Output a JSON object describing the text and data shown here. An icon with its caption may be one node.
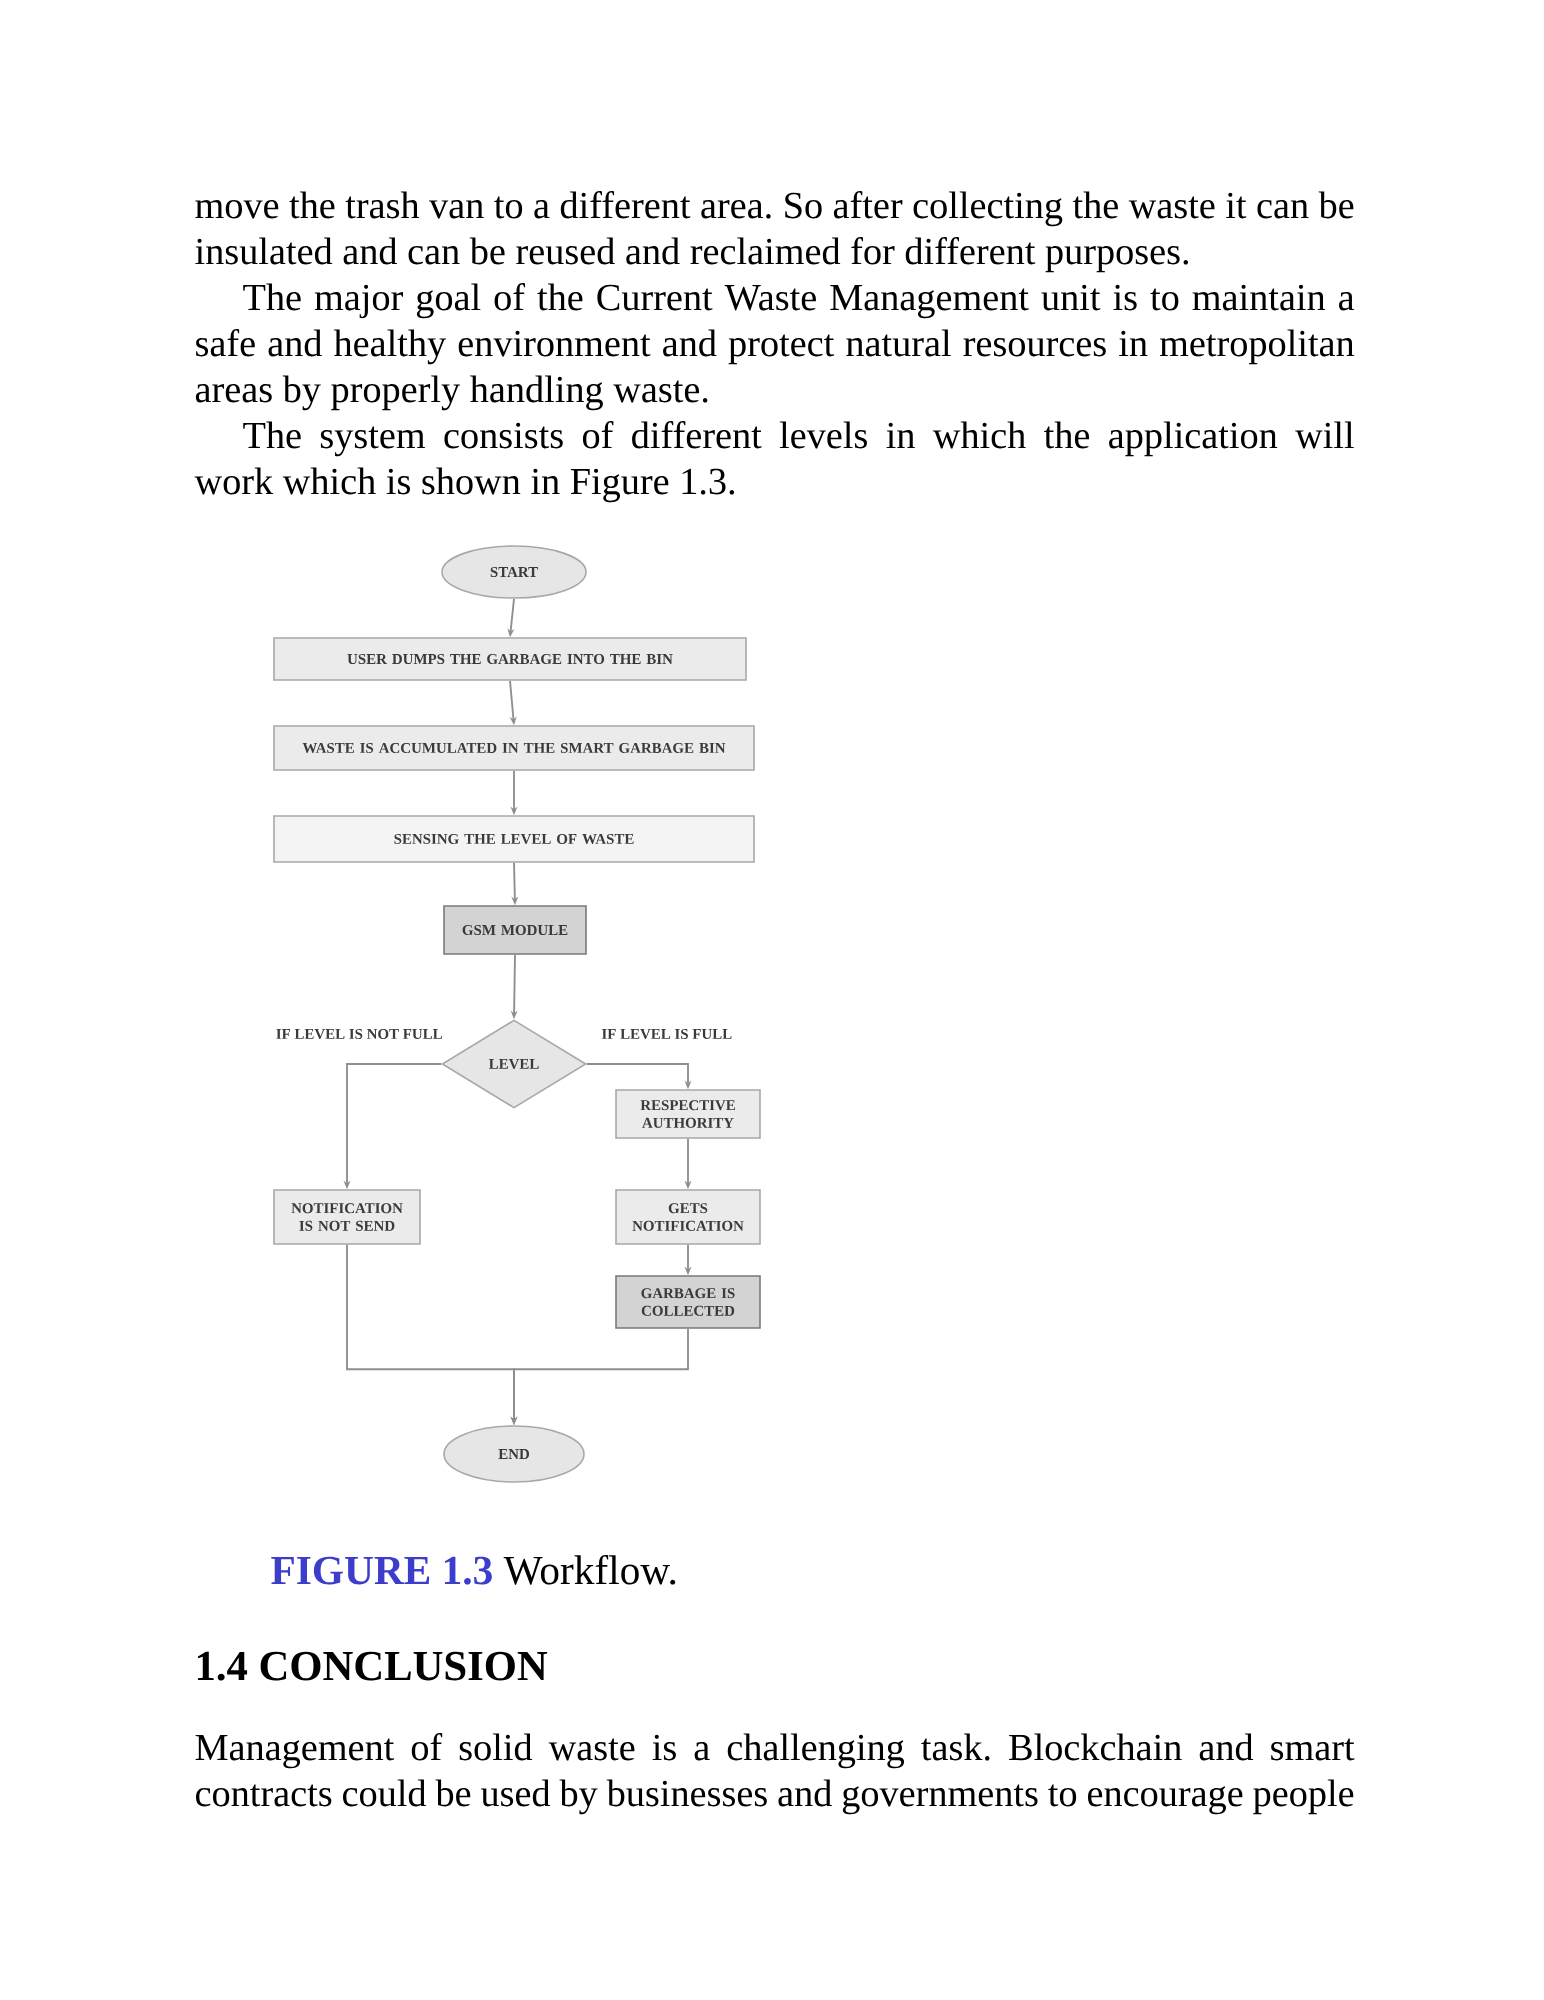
{
  "diagram": {
    "caption": "**FIGURE 1.3** Workflow.",
    "nodes": [
      {
        "text": [
          "START"
        ]
      },
      {
        "text": [
          "USER DUMPS THE GARBAGE INTO THE BIN"
        ]
      },
      {
        "text": [
          "WASTE IS ACCUMULATED IN THE SMART GARBAGE BIN"
        ]
      },
      {
        "text": [
          "SENSING THE LEVEL OF WASTE"
        ]
      },
      {
        "text": [
          "GSM MODULE"
        ]
      },
      {
        "text": [
          "LEVEL"
        ]
      },
      {
        "text": [
          "NOTIFICATION IS NOT SEND"
        ]
      },
      {
        "text": [
          "RESPECTIVE AUTHORITY"
        ]
      },
      {
        "text": [
          "GETS NOTIFICATION"
        ]
      },
      {
        "text": [
          "GARBAGE IS COLLECTED"
        ]
      },
      {
        "text": [
          "END"
        ]
      }
    ],
    "edges": [
      {
        "from": 0,
        "to": 1,
        "arrow": "to"
      },
      {
        "from": 1,
        "to": 2,
        "arrow": "to"
      },
      {
        "from": 2,
        "to": 3,
        "arrow": "to"
      },
      {
        "from": 3,
        "to": 4,
        "arrow": "to"
      },
      {
        "from": 4,
        "to": 5,
        "arrow": "to"
      },
      {
        "from": 5,
        "to": 6,
        "arrow": "to",
        "label": "IF LEVEL IS NOT FULL"
      },
      {
        "from": 5,
        "to": 7,
        "arrow": "to",
        "label": "IF LEVEL IS FULL"
      },
      {
        "from": 7,
        "to": 8,
        "arrow": "to"
      },
      {
        "from": 8,
        "to": 9,
        "arrow": "to"
      },
      {
        "from": 6,
        "to": 10,
        "arrow": "to"
      },
      {
        "from": 9,
        "to": 10,
        "arrow": "to"
      }
    ],
    "labels": [
      "move the trash van to a different area. So after collecting the waste it can be insulated and can be reused and reclaimed for different purposes.",
      "The major goal of the Current Waste Management unit is to maintain a safe and healthy environment and protect natural resources in metropolitan areas by properly handling waste.",
      "The system consists of different levels in which the application will work which is shown in Figure 1.3.",
      "1.4 CONCLUSION",
      "Management of solid waste is a challenging task. Blockchain and smart contracts could be used by businesses and governments to encourage people"
    ]
  }
}
